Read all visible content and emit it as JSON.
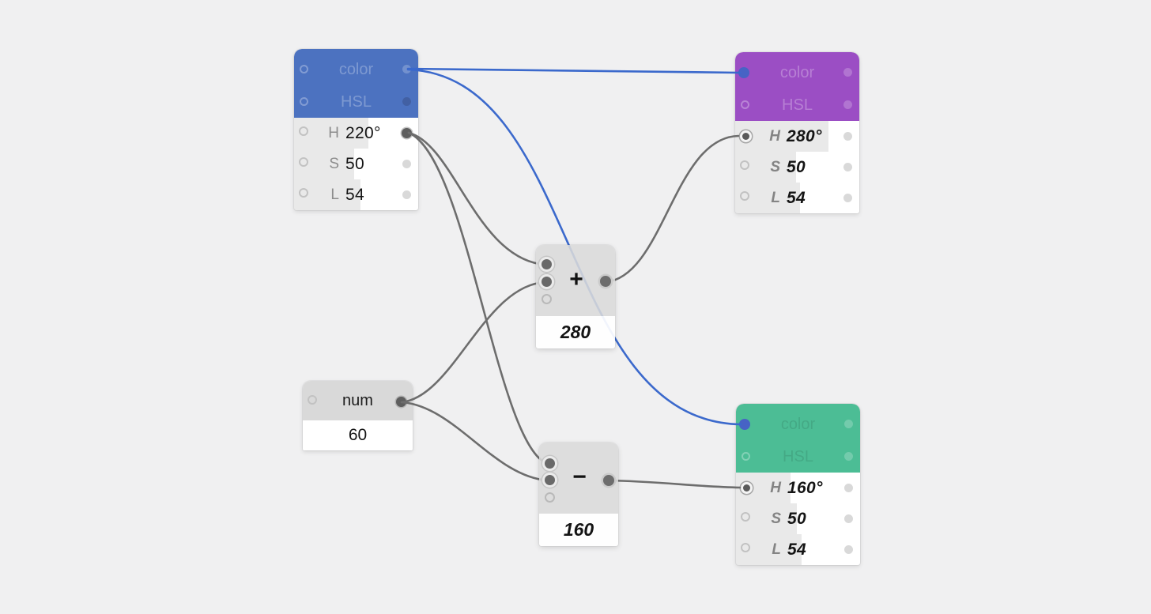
{
  "canvas": {
    "bg": "#f0f0f1"
  },
  "colors": {
    "wire_blue": "#3b69cc",
    "wire_gray": "#6d6d6d",
    "swatch_blue": "#4C72C0",
    "swatch_purple": "#9B4EC4",
    "swatch_green": "#4CBD95",
    "port_blue": "#4763c5"
  },
  "nodes": {
    "color_blue": {
      "title": "color",
      "subtitle": "HSL",
      "rows": [
        {
          "label": "H",
          "value": "220°"
        },
        {
          "label": "S",
          "value": "50"
        },
        {
          "label": "L",
          "value": "54"
        }
      ]
    },
    "color_purple": {
      "title": "color",
      "subtitle": "HSL",
      "rows": [
        {
          "label": "H",
          "value": "280°"
        },
        {
          "label": "S",
          "value": "50"
        },
        {
          "label": "L",
          "value": "54"
        }
      ]
    },
    "color_green": {
      "title": "color",
      "subtitle": "HSL",
      "rows": [
        {
          "label": "H",
          "value": "160°"
        },
        {
          "label": "S",
          "value": "50"
        },
        {
          "label": "L",
          "value": "54"
        }
      ]
    },
    "num": {
      "label": "num",
      "value": "60"
    },
    "add": {
      "symbol": "+",
      "result": "280"
    },
    "sub": {
      "symbol": "−",
      "result": "160"
    }
  }
}
